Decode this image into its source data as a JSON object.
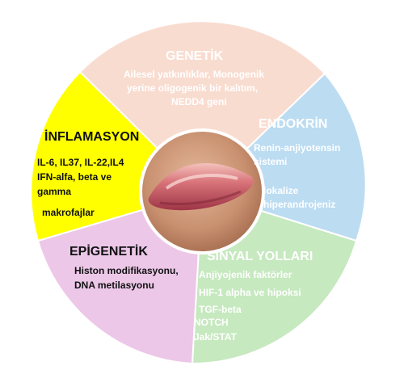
{
  "colors": {
    "genetik": "#f9dcd0",
    "endokrin": "#bcdcf2",
    "sinyal": "#c6e9bf",
    "epigenetik": "#ecc7e8",
    "inflamasyon": "#ffff00",
    "skin": "#d2a084"
  },
  "center_image": "keloid-lesion-photo",
  "segments": {
    "genetik": {
      "title": "GENETİK",
      "lines": [
        "Ailesel yatkınlıklar, Monogenik",
        "yerine oligogenik bir kalıtım,",
        "NEDD4 geni"
      ]
    },
    "endokrin": {
      "title": "ENDOKRİN",
      "lines": [
        "Renin-anjiyotensin",
        "sistemi",
        "lokalize",
        "hiperandrojeniz"
      ]
    },
    "sinyal": {
      "title": "SİNYAL YOLLARI",
      "lines": [
        "Anjiyojenik faktörler",
        "HIF-1 alpha ve hipoksi",
        "TGF-beta",
        "NOTCH",
        "Jak/STAT"
      ]
    },
    "epigenetik": {
      "title": "EPİGENETİK",
      "lines": [
        "Histon modifikasyonu,",
        "DNA metilasyonu"
      ]
    },
    "inflamasyon": {
      "title": "İNFLAMASYON",
      "lines": [
        "IL-6, IL37, IL-22,IL4",
        "IFN-alfa, beta ve",
        "gamma",
        "makrofajlar"
      ]
    }
  }
}
